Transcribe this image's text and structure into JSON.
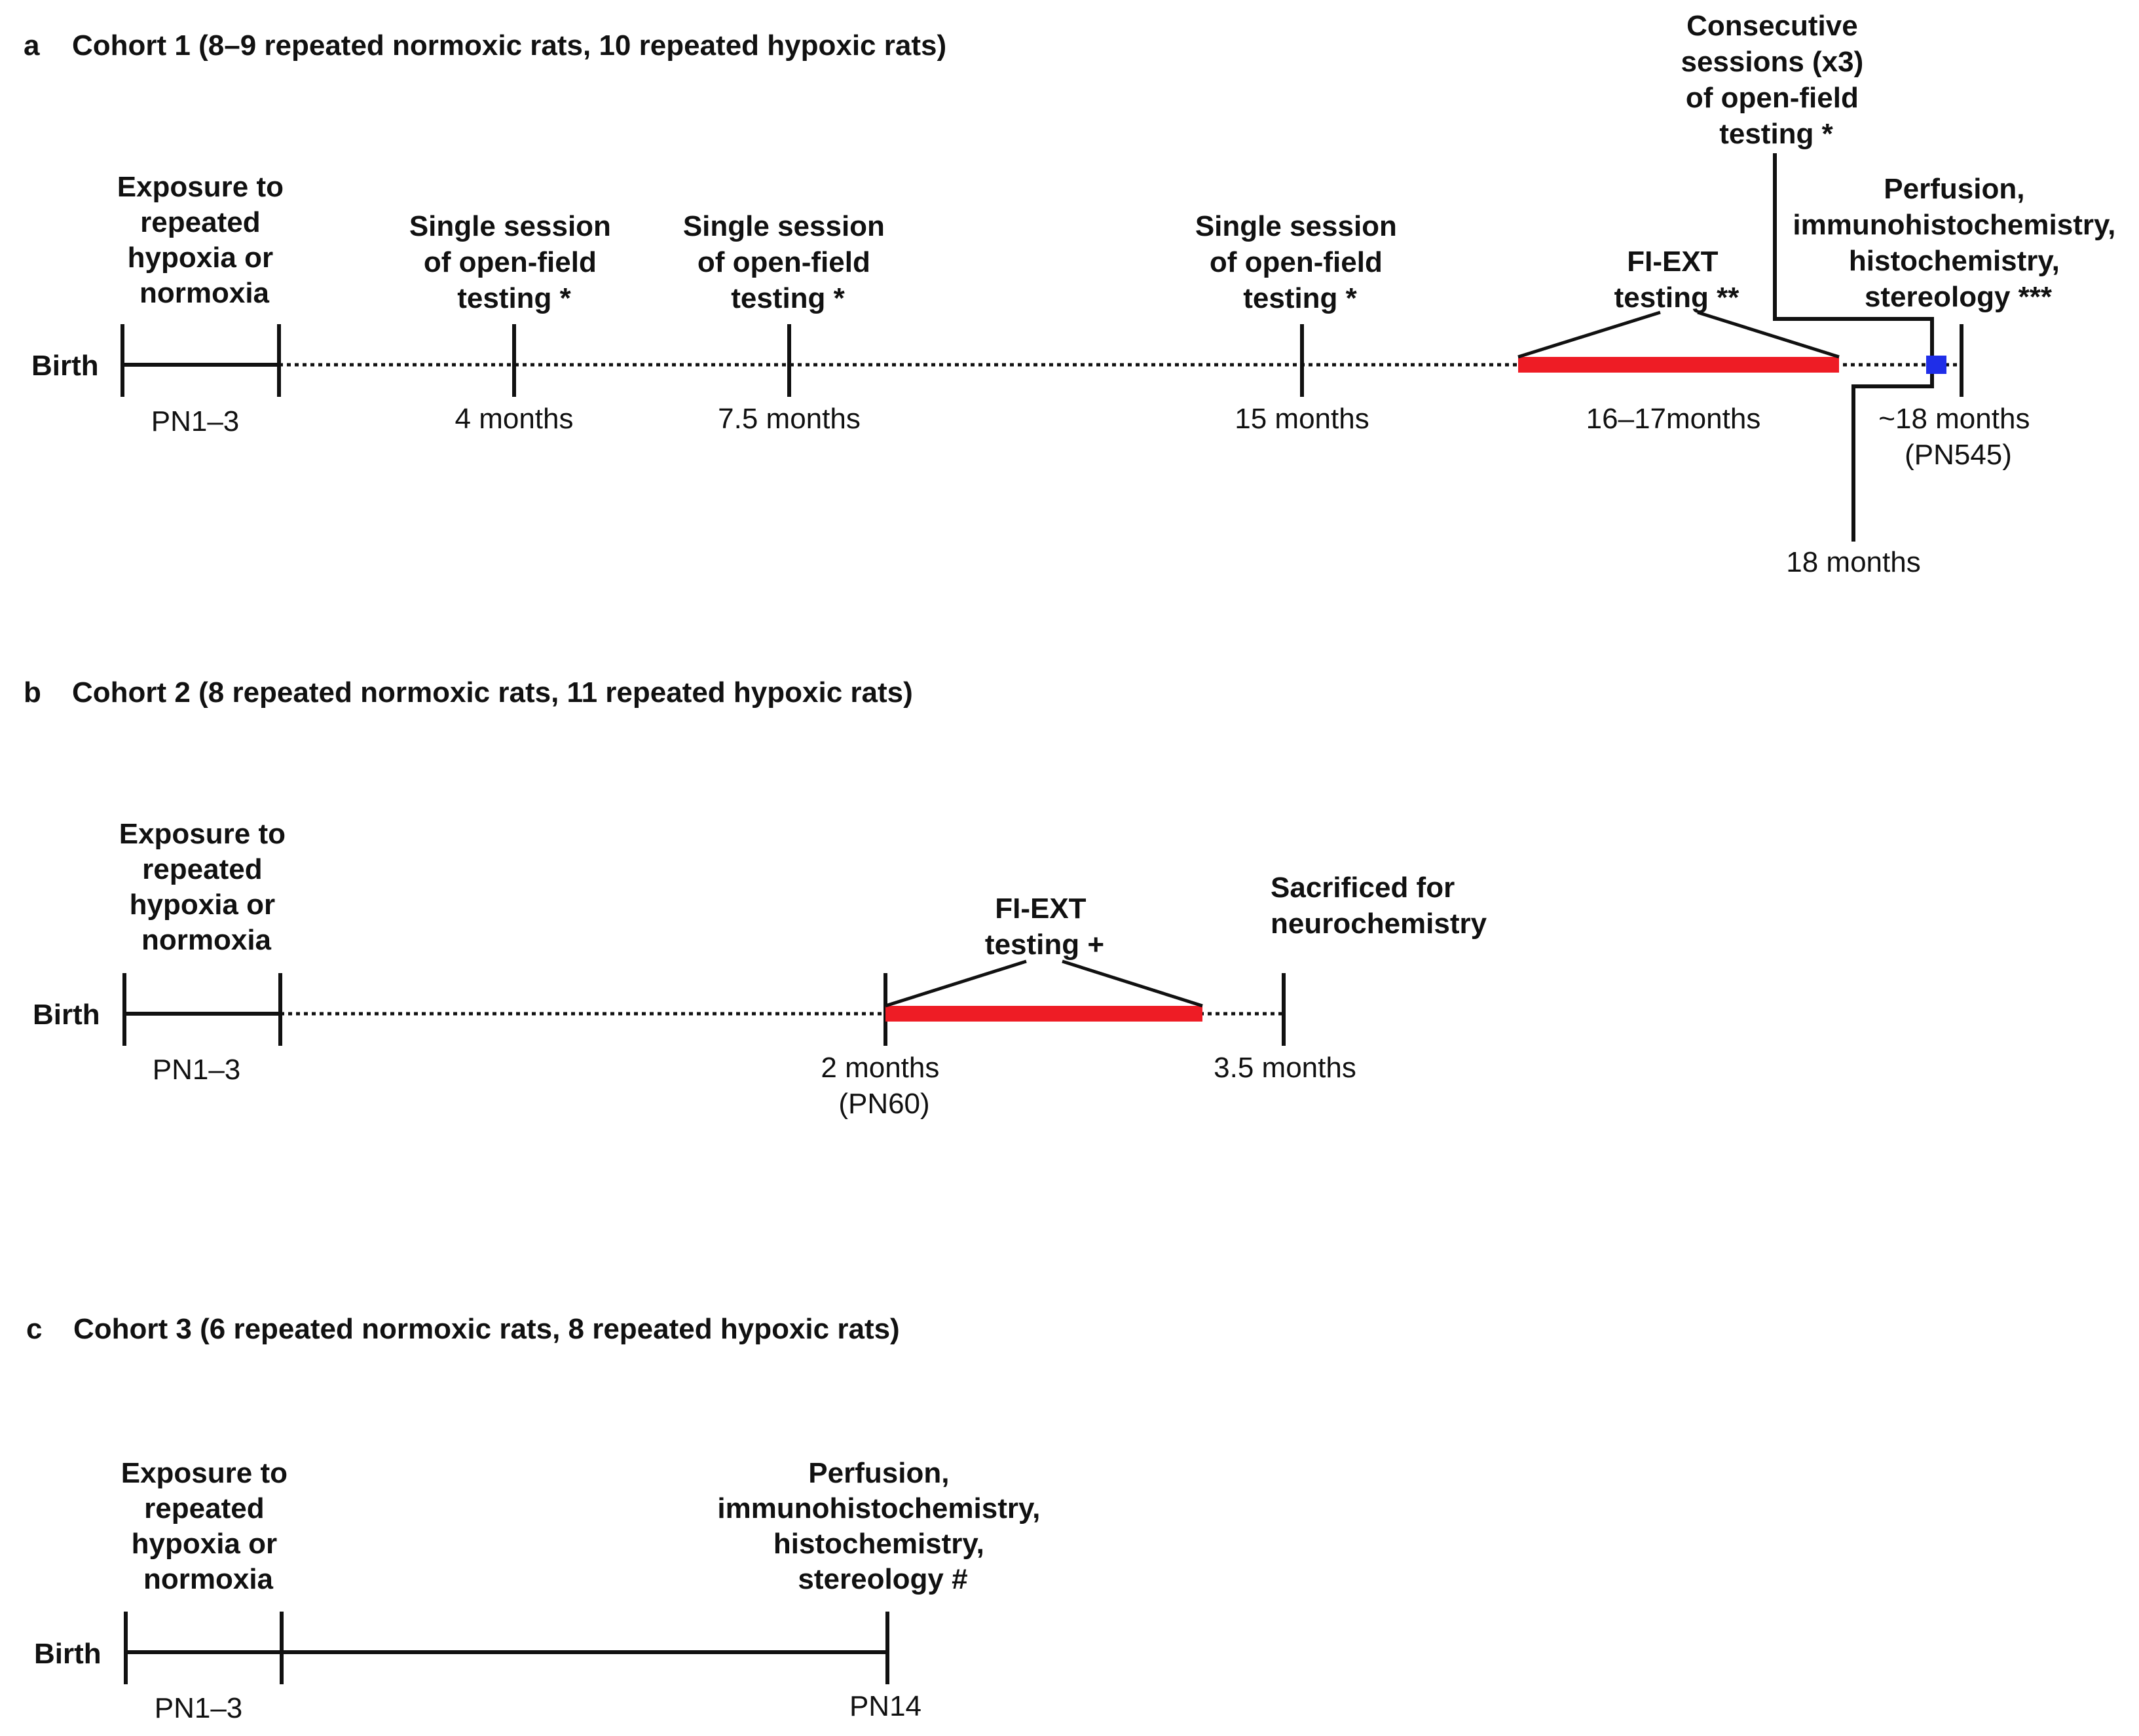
{
  "colors": {
    "test_bar": "#ee1c25",
    "perfusion_marker": "#1f2ee8",
    "line": "#111111"
  },
  "panels": [
    {
      "letter": "a",
      "title": "Cohort 1 (8–9 repeated normoxic rats, 10 repeated hypoxic rats)",
      "start": "Birth",
      "events": [
        {
          "label": [
            "Exposure to",
            "repeated",
            "hypoxia or",
            "normoxia"
          ],
          "time": "PN1–3"
        },
        {
          "label": [
            "Single session",
            "of open-field",
            "testing *"
          ],
          "time": "4 months"
        },
        {
          "label": [
            "Single session",
            "of open-field",
            "testing *"
          ],
          "time": "7.5 months"
        },
        {
          "label": [
            "Single session",
            "of open-field",
            "testing *"
          ],
          "time": "15 months"
        },
        {
          "label": [
            "FI-EXT",
            "testing **"
          ],
          "time": "16–17months"
        },
        {
          "label": [
            "Consecutive",
            "sessions (x3)",
            "of open-field",
            "testing *"
          ],
          "time": "18 months"
        },
        {
          "label": [
            "Perfusion,",
            "immunohistochemistry,",
            "histochemistry,",
            "stereology ***"
          ],
          "time": [
            "~18 months",
            "(PN545)"
          ]
        }
      ]
    },
    {
      "letter": "b",
      "title": "Cohort 2 (8 repeated normoxic rats, 11 repeated hypoxic rats)",
      "start": "Birth",
      "events": [
        {
          "label": [
            "Exposure to",
            "repeated",
            "hypoxia or",
            "normoxia"
          ],
          "time": "PN1–3"
        },
        {
          "label": [
            "FI-EXT",
            "testing +"
          ],
          "time": [
            "2 months",
            "(PN60)"
          ]
        },
        {
          "label": [
            "Sacrificed for",
            "neurochemistry"
          ],
          "time": "3.5 months"
        }
      ]
    },
    {
      "letter": "c",
      "title": "Cohort 3 (6 repeated normoxic rats, 8 repeated hypoxic rats)",
      "start": "Birth",
      "events": [
        {
          "label": [
            "Exposure to",
            "repeated",
            "hypoxia or",
            "normoxia"
          ],
          "time": "PN1–3"
        },
        {
          "label": [
            "Perfusion,",
            "immunohistochemistry,",
            "histochemistry,",
            "stereology #"
          ],
          "time": "PN14"
        }
      ]
    }
  ]
}
